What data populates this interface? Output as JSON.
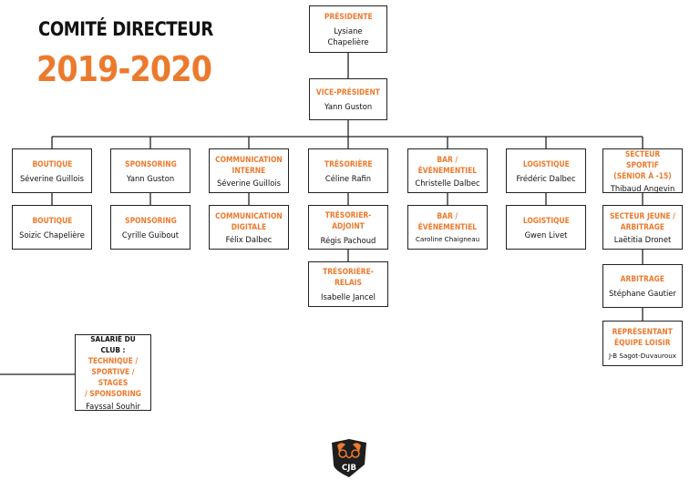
{
  "header": {
    "title": "COMITÉ DIRECTEUR",
    "season": "2019-2020"
  },
  "boxes": {
    "president": {
      "role": "PRÉSIDENTE",
      "name": "Lysiane\nChapelière"
    },
    "vice": {
      "role": "VICE-PRÉSIDENT",
      "name": "Yann Guston"
    },
    "boutique1": {
      "role": "BOUTIQUE",
      "name": "Séverine Guillois"
    },
    "boutique2": {
      "role": "BOUTIQUE",
      "name": "Soizic Chapelière"
    },
    "sponsoring1": {
      "role": "SPONSORING",
      "name": "Yann Guston"
    },
    "sponsoring2": {
      "role": "SPONSORING",
      "name": "Cyrille Guibout"
    },
    "comm1": {
      "role": "COMMUNICATION\nINTERNE",
      "name": "Séverine Guillois"
    },
    "comm2": {
      "role": "COMMUNICATION\nDIGITALE",
      "name": "Félix Dalbec"
    },
    "tresoriere": {
      "role": "TRÉSORIÈRE",
      "name": "Céline Rafin"
    },
    "tresorier_adjoint": {
      "role": "TRÉSORIER-ADJOINT",
      "name": "Régis Pachoud"
    },
    "tresoriere_relais": {
      "role": "TRÉSORIÈRE-RELAIS",
      "name": "Isabelle Jancel"
    },
    "bar1": {
      "role": "BAR /\nÉVÉNEMENTIEL",
      "name": "Christelle Dalbec"
    },
    "bar2": {
      "role": "BAR /\nÉVÉNEMENTIEL",
      "name": "Caroline Chaigneau"
    },
    "logistique1": {
      "role": "LOGISTIQUE",
      "name": "Frédéric Dalbec"
    },
    "logistique2": {
      "role": "LOGISTIQUE",
      "name": "Gwen Livet"
    },
    "sportif": {
      "role": "SECTEUR SPORTIF\n(SÉNIOR À -15)",
      "name": "Thibaud Angevin"
    },
    "jeune": {
      "role": "SECTEUR JEUNE /\nARBITRAGE",
      "name": "Laëtitia Dronet"
    },
    "arbitrage": {
      "role": "ARBITRAGE",
      "name": "Stéphane Gautier"
    },
    "loisir": {
      "role": "REPRÉSENTANT\nÉQUIPE LOISIR",
      "name": "J-B Sagot-Duvauroux"
    },
    "salarie": {
      "lead": "SALARIÉ DU CLUB :",
      "role": "TECHNIQUE /\nSPORTIVE / STAGES\n/ SPONSORING",
      "name": "Fayssal Souhir"
    }
  },
  "logo": {
    "text": "CJB",
    "icon": "club-crest-icon"
  },
  "colors": {
    "accent": "#ec7a2d",
    "text": "#111111",
    "border": "#222222"
  }
}
